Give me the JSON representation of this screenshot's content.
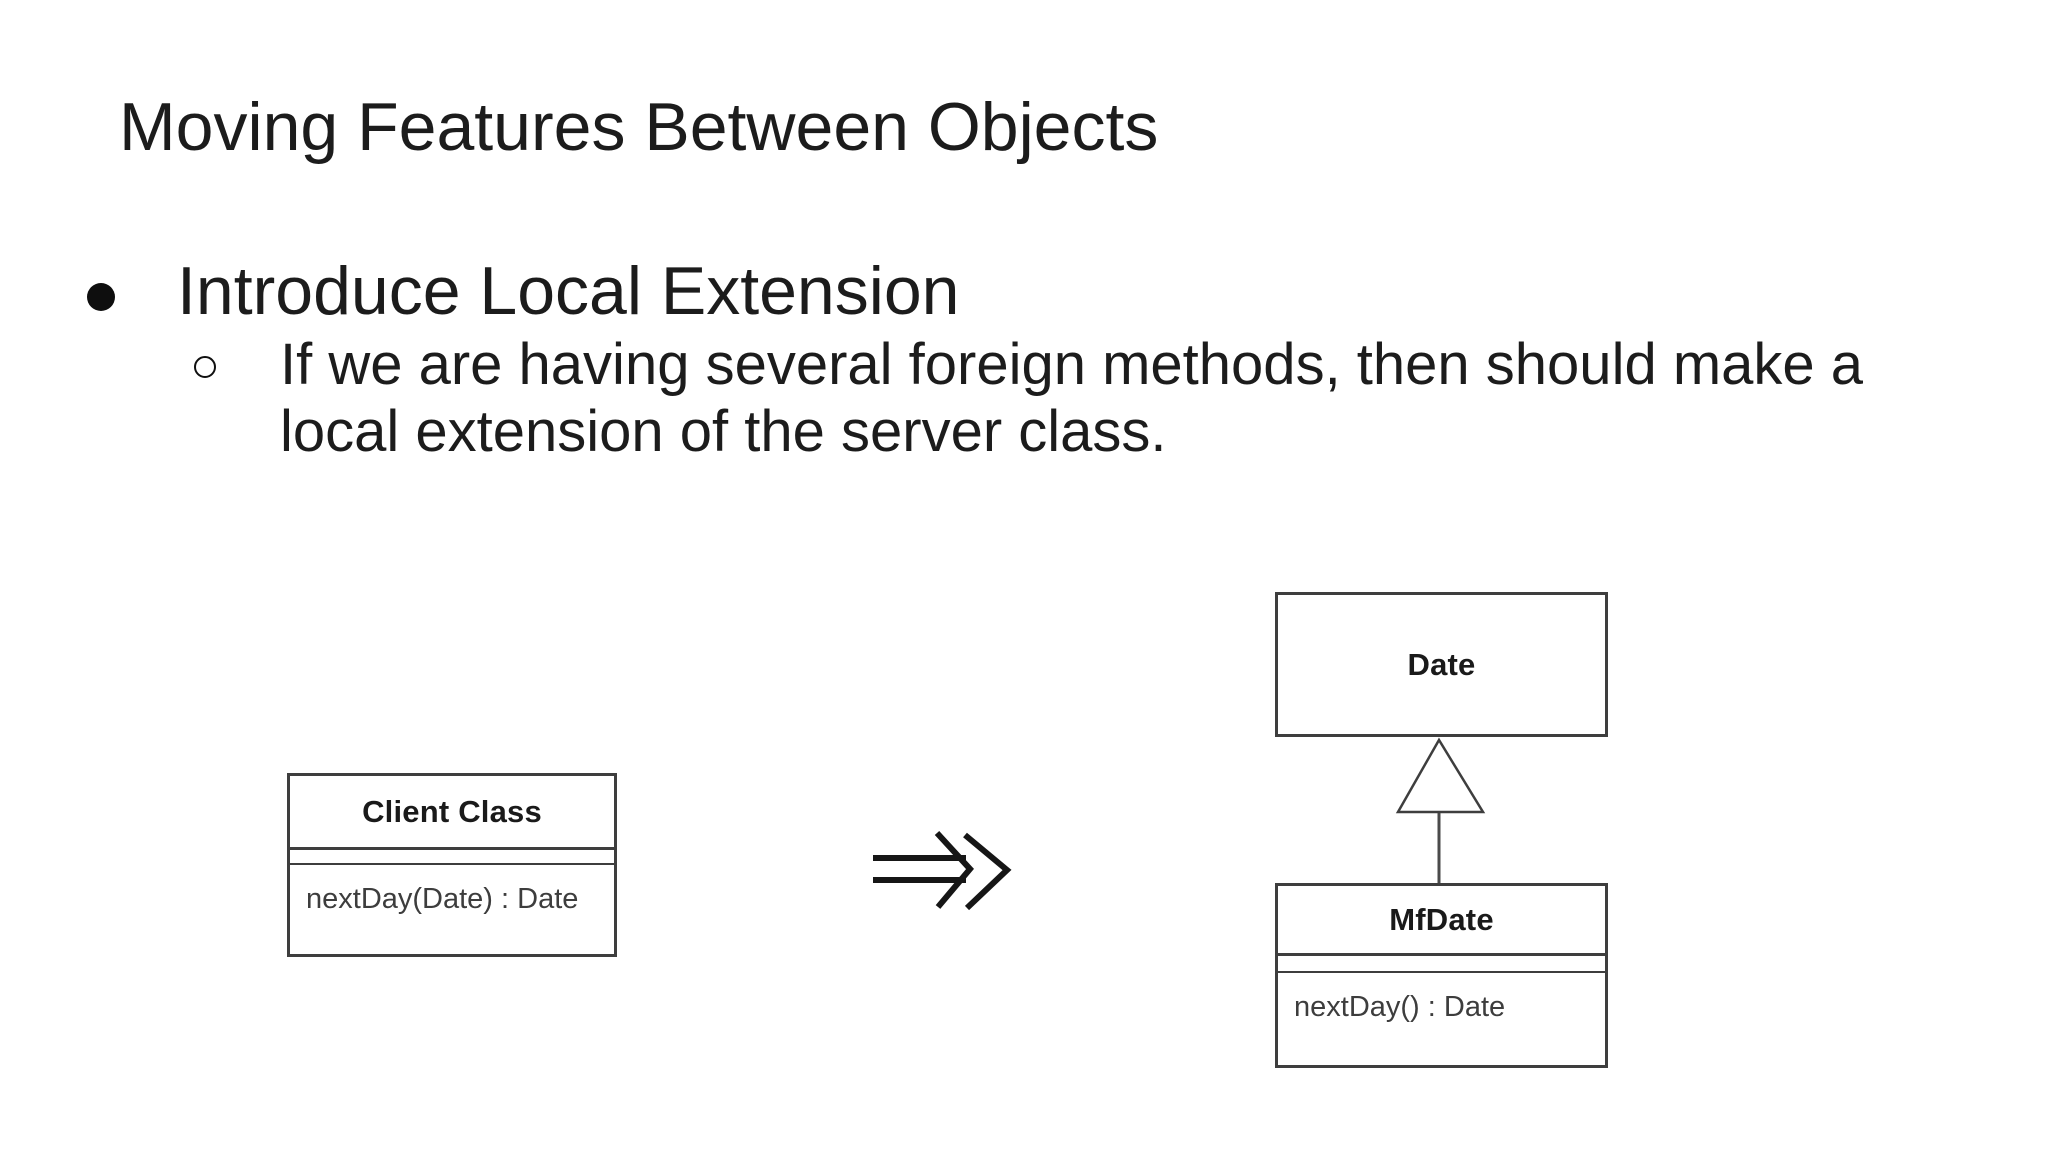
{
  "slide": {
    "title": "Moving Features Between Objects",
    "bullet_level1": {
      "marker": "filled-circle",
      "text": "Introduce Local Extension"
    },
    "bullet_level2": {
      "marker": "hollow-circle",
      "text": "If we are having several foreign methods, then should make a local extension of the server class.",
      "lines": [
        "If we are having several foreign methods, then should make a",
        "local extension of the server class."
      ]
    }
  },
  "diagram": {
    "before_class": {
      "name": "Client Class",
      "attributes": "",
      "method": "nextDay(Date) : Date"
    },
    "arrow": "double-right-arrow",
    "after_superclass": {
      "name": "Date"
    },
    "relationship": "generalization",
    "after_subclass": {
      "name": "MfDate",
      "attributes": "",
      "method": "nextDay() : Date"
    }
  },
  "colors": {
    "background": "#ffffff",
    "text": "#1c1c1c",
    "box_border": "#3e3e3e",
    "method_text": "#3d3d3d",
    "arrow_stroke": "#161616"
  }
}
